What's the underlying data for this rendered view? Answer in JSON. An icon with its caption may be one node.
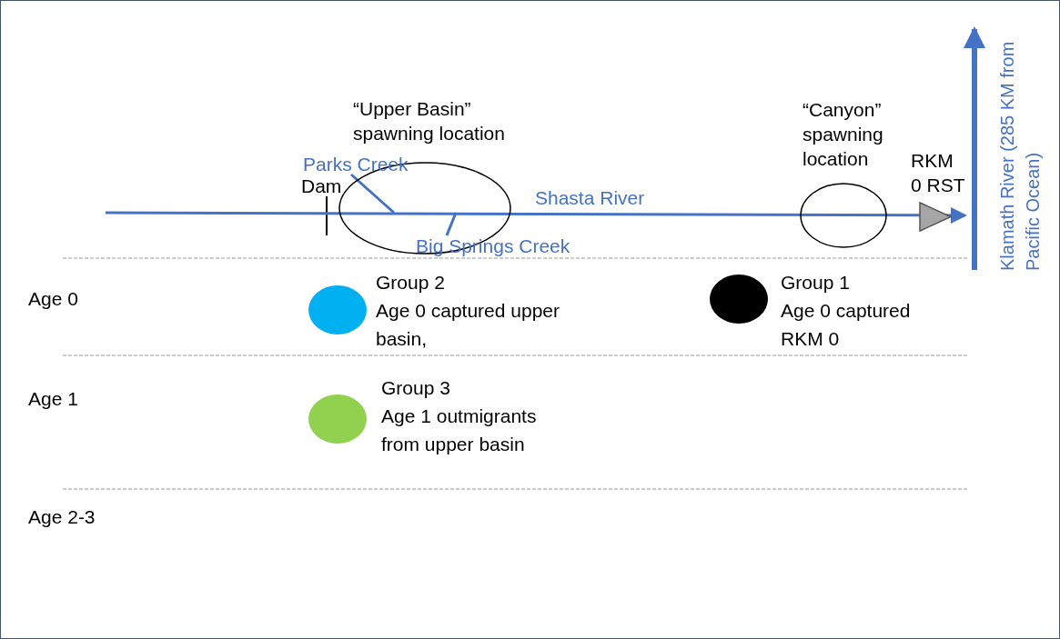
{
  "diagram": {
    "nodes": [
      {
        "text": [
          "“Upper Basin” spawning location"
        ]
      },
      {
        "text": [
          "“Canyon” spawning location"
        ]
      },
      {
        "text": [
          "RKM 0 RST"
        ]
      },
      {
        "text": [],
        "shape": "circle",
        "beside": [
          "Group 2",
          "Age 0 captured upper basin,"
        ]
      },
      {
        "text": [],
        "shape": "circle",
        "beside": [
          "Group 1",
          "Age 0 captured RKM 0"
        ]
      },
      {
        "text": [],
        "shape": "circle",
        "beside": [
          "Group 3",
          "Age 1 outmigrants from upper basin"
        ]
      },
      {
        "text": [
          "Klamath River (285 KM from Pacific Ocean)"
        ]
      },
      {
        "text": [
          "Parks Creek"
        ]
      },
      {
        "text": [
          "Big Springs Creek"
        ]
      }
    ],
    "edges": [
      {
        "from": null,
        "to": 6,
        "arrow": "to",
        "label": "Shasta River"
      },
      {
        "from": 7,
        "to": 0,
        "arrow": "none"
      },
      {
        "from": 8,
        "to": 0,
        "arrow": "none"
      }
    ],
    "labels": [
      "Dam",
      "Age 0",
      "Age 1",
      "Age 2-3"
    ]
  }
}
